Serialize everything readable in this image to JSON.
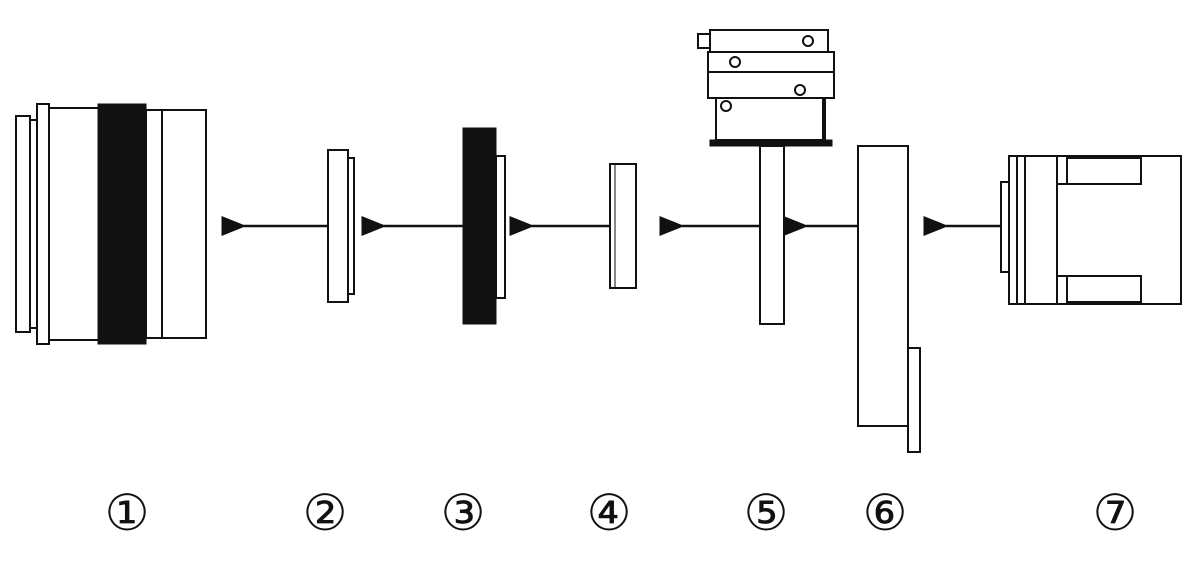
{
  "labels": [
    "①",
    "②",
    "③",
    "④",
    "⑤",
    "⑥",
    "⑦"
  ],
  "colors": {
    "line": "#111111",
    "background": "#ffffff"
  }
}
